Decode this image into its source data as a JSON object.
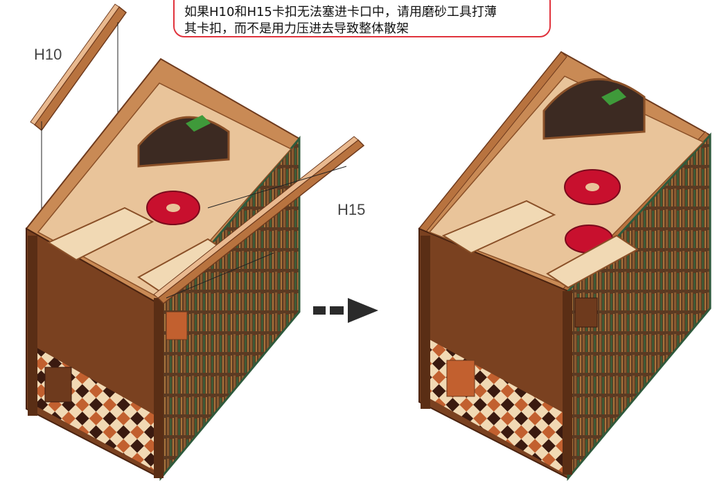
{
  "note": {
    "line1": "如果H10和H15卡扣无法塞进卡口中，请用磨砂工具打薄",
    "line2": "其卡扣，而不是用力压进去导致整体散架"
  },
  "labels": {
    "h10": "H10",
    "h15": "H15"
  },
  "colors": {
    "note_border": "#e0323c",
    "wood_light": "#e9b98f",
    "wood_mid": "#b8733f",
    "wood_dark": "#6e3a1d",
    "floor_dark": "#3a1a10",
    "stair_red": "#c8102e",
    "panel_green": "#2f5a3c",
    "arrow": "#2b2b2b"
  },
  "icons": {
    "step_arrow": "dashed-right-arrow-icon"
  }
}
